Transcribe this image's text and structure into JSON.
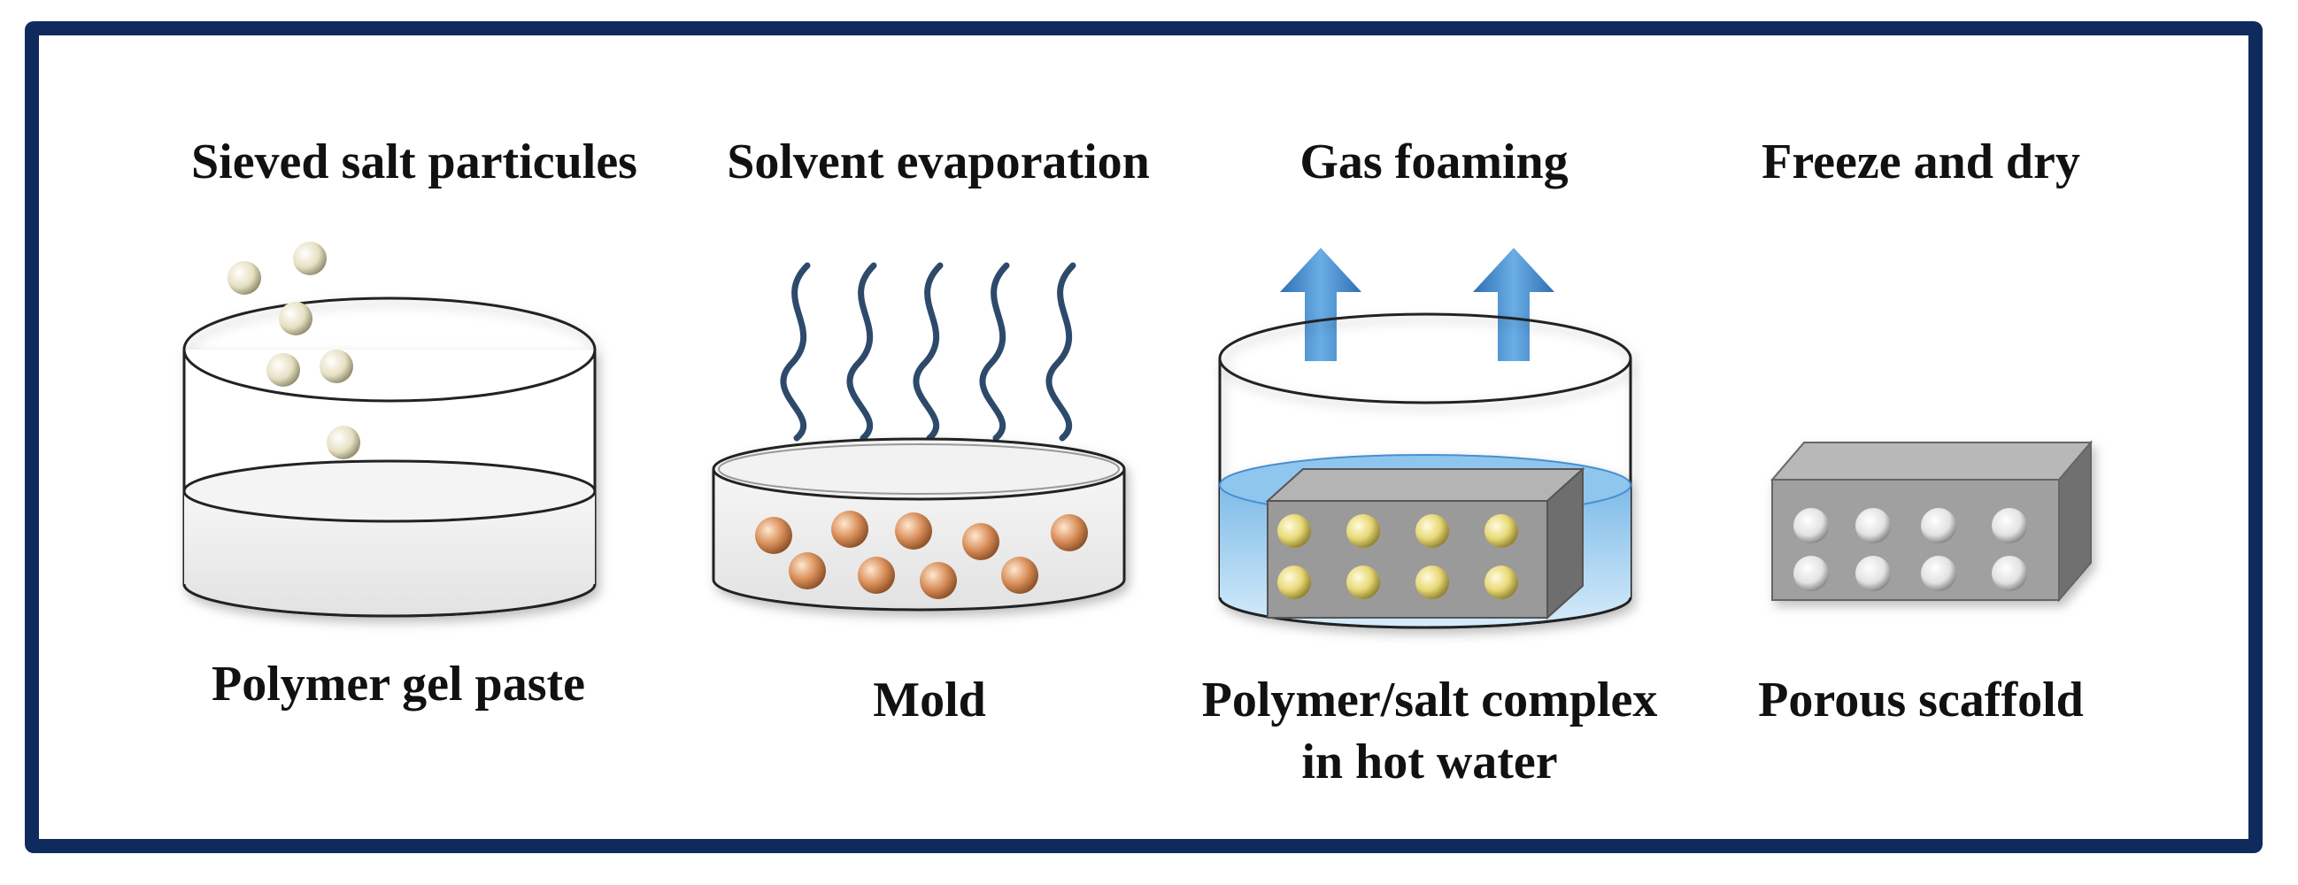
{
  "diagram": {
    "steps": [
      {
        "title": "Sieved salt particules",
        "caption": "Polymer gel paste"
      },
      {
        "title": "Solvent evaporation",
        "caption": "Mold"
      },
      {
        "title": "Gas foaming",
        "caption": "Polymer/salt complex",
        "caption2": "in hot water"
      },
      {
        "title": "Freeze and dry",
        "caption": "Porous scaffold"
      }
    ],
    "colors": {
      "frame": "#102a5e",
      "salt_particle": "#e6e0c2",
      "mold_particle": "#d98f5a",
      "complex_particle": "#e8d978",
      "block": "#8c8c8c",
      "water": "#a9d3f2",
      "arrow": "#4a8fd0",
      "steam": "#2e4a6a"
    },
    "icons": [
      "falling-salt-particles",
      "steam-waves",
      "gas-bubbles-arrows",
      "porous-block"
    ]
  }
}
